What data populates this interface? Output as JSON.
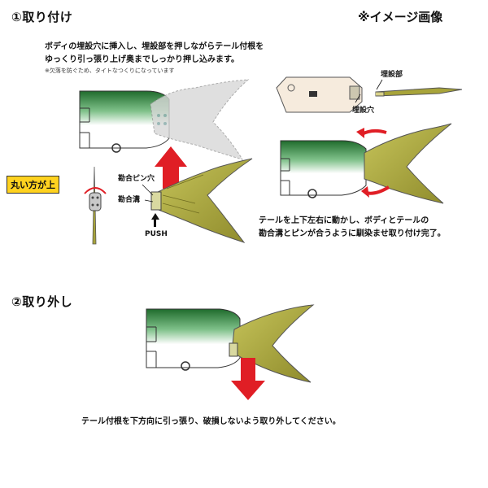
{
  "header": {
    "title_attach": "①取り付け",
    "image_note": "※イメージ画像"
  },
  "attach": {
    "instruction_line1": "ボディの埋設穴に挿入し、埋設部を押しながらテール付根を",
    "instruction_line2": "ゆっくり引っ張り上げ奥までしっかり押し込みます。",
    "footnote": "※欠落を防ぐため、タイトなつくりになっています",
    "badge_round_up": "丸い方が上",
    "label_pin_hole": "勘合ピン穴",
    "label_groove": "勘合溝",
    "label_push": "PUSH",
    "label_embed_part": "埋設部",
    "label_embed_hole": "埋設穴",
    "move_line1": "テールを上下左右に動かし、ボディとテールの",
    "move_line2": "勘合溝とピンが合うように馴染ませ取り付け完了。"
  },
  "detach": {
    "title": "②取り外し",
    "instruction": "テール付根を下方向に引っ張り、破損しないよう取り外してください。"
  },
  "colors": {
    "arrow_red": "#e01e25",
    "tail_olive": "#a8a43a",
    "body_green": "#2f7d3a",
    "badge_yellow": "#ffd21f"
  }
}
